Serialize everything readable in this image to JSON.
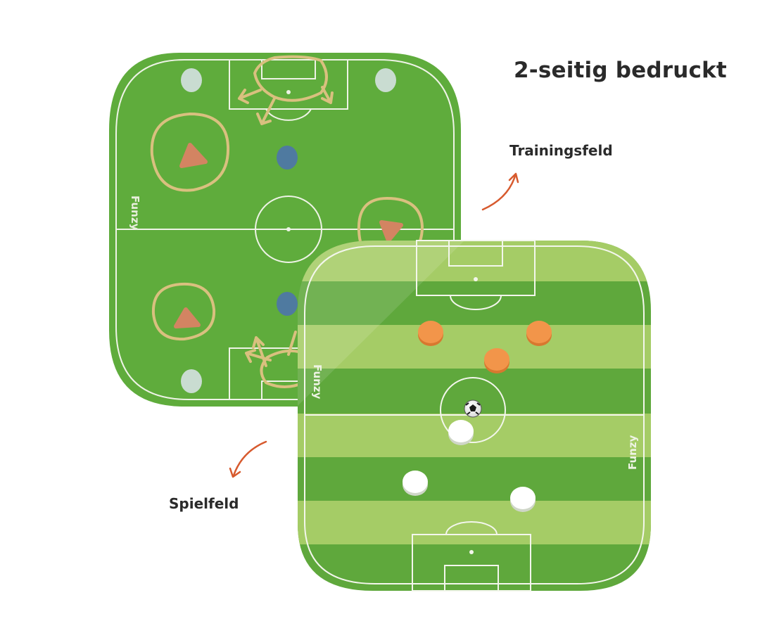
{
  "headline": "2-seitig bedruckt",
  "labels": {
    "training_field": "Trainingsfeld",
    "game_field": "Spielfeld"
  },
  "brand": "Funzy",
  "colors": {
    "training_green": "#5fac3c",
    "training_line": "#f1f4ea",
    "game_dark_stripe": "#5fa83c",
    "game_light_stripe": "#9fc85f",
    "orange_piece": "#f2954a",
    "white_piece": "#ffffff",
    "arrow": "#d75a2e",
    "marker_blue": "#4f7aa0",
    "marker_terracotta": "#d38462",
    "marker_pale": "#c9dcd1",
    "ring_tan": "#d9c07f"
  }
}
